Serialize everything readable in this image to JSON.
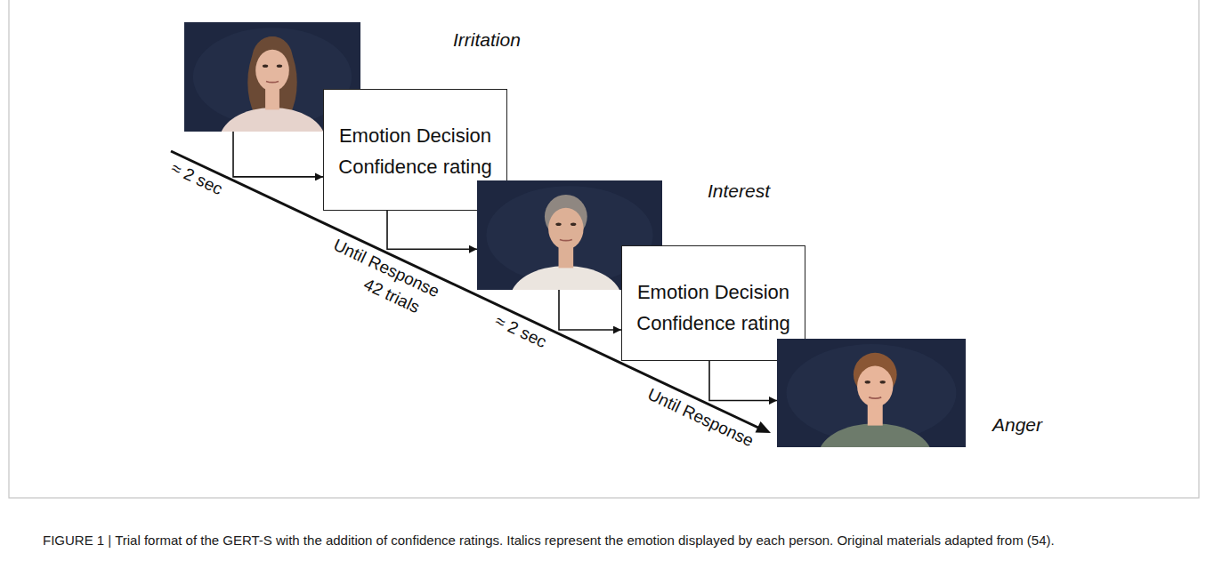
{
  "diagram": {
    "caption": "FIGURE 1 | Trial format of the GERT-S with the addition of confidence ratings. Italics represent the emotion displayed by each person. Original materials adapted from (54).",
    "nodes": [
      {
        "text": [
          "Irritation"
        ]
      },
      {
        "text": [
          "Emotion Decision",
          "Confidence rating"
        ]
      },
      {
        "text": [
          "Interest"
        ]
      },
      {
        "text": [
          "Emotion Decision",
          "Confidence rating"
        ]
      },
      {
        "text": [
          "Anger"
        ]
      }
    ],
    "edges": [
      {
        "from": 0,
        "to": 1,
        "arrow": "to"
      },
      {
        "from": 1,
        "to": 2,
        "arrow": "to"
      },
      {
        "from": 2,
        "to": 3,
        "arrow": "to"
      },
      {
        "from": 3,
        "to": 4,
        "arrow": "to"
      }
    ],
    "labels": [
      "≈ 2 sec",
      "Until Response",
      "42 trials",
      "≈ 2 sec",
      "Until Response"
    ]
  }
}
